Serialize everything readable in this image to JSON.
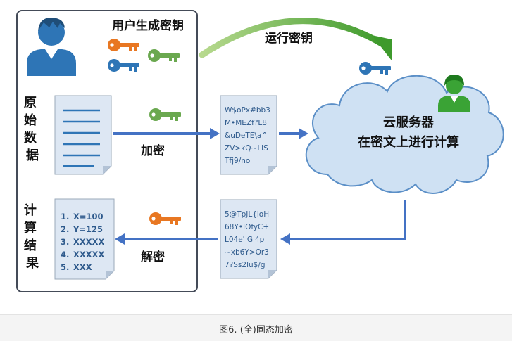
{
  "client": {
    "title": "用户生成密钥",
    "raw_data_label": [
      "原",
      "始",
      "数",
      "据"
    ],
    "result_label": [
      "计",
      "算",
      "结",
      "果"
    ],
    "encrypt_label": "加密",
    "decrypt_label": "解密"
  },
  "transfer": {
    "run_key_label": "运行密钥"
  },
  "cloud": {
    "title": "云服务器",
    "subtitle": "在密文上进行计算"
  },
  "ciphertext_in": [
    "W$oPx#bb3",
    "M•MEZf?L8",
    "&uDeTE\\a^",
    "ZV>kQ~LiS",
    "Tfj9/no"
  ],
  "ciphertext_out": [
    "5@TpJL{ioH",
    "68Y•IOfyC+",
    "L04e'  Gl4p",
    "~xb6Y>Or3",
    "7?Ss2lu$/g"
  ],
  "results": [
    {
      "num": "1.",
      "text": "X=100"
    },
    {
      "num": "2.",
      "text": "Y=125"
    },
    {
      "num": "3.",
      "text": "XXXXX"
    },
    {
      "num": "4.",
      "text": "XXXXX"
    },
    {
      "num": "5.",
      "text": "XXX"
    }
  ],
  "caption": "图6. (全)同态加密",
  "colors": {
    "key_orange": "#e87722",
    "key_green": "#6aa84f",
    "key_blue": "#2e75b6",
    "person_blue": "#2e75b6",
    "person_green": "#3aa335",
    "cloud_fill": "#cfe1f3",
    "cloud_stroke": "#5b8fc7",
    "arrow_blue": "#4472c4",
    "doc_fill": "#dde7f3"
  },
  "icons": [
    "user-icon",
    "cloud-user-icon",
    "key-icon",
    "document-icon",
    "cloud-icon"
  ]
}
